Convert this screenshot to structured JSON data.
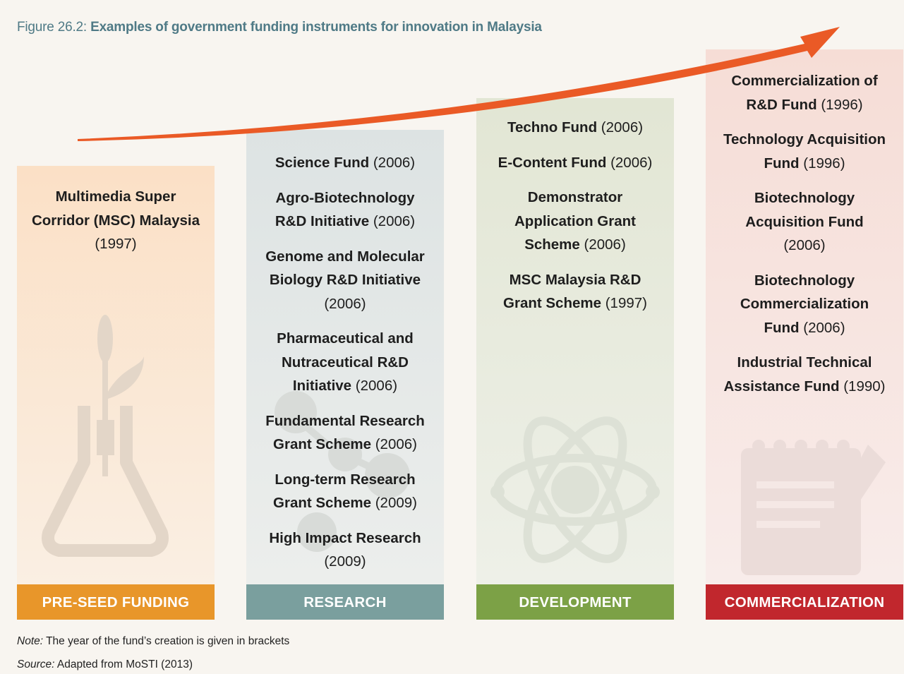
{
  "title": {
    "prefix": "Figure 26.2:",
    "main": "Examples of government funding instruments for innovation in Malaysia"
  },
  "colors": {
    "title": "#4f7a86",
    "arrow": "#ea5a26",
    "preseed": "#e8962a",
    "research": "#7a9f9e",
    "development": "#7ca146",
    "commercialization": "#c1272d"
  },
  "columns": [
    {
      "stage": "PRE-SEED FUNDING",
      "icon": "flask-icon",
      "funds": [
        {
          "name": "Multimedia Super Corridor (MSC) Malaysia",
          "year": "(1997)"
        }
      ]
    },
    {
      "stage": "RESEARCH",
      "icon": "molecule-icon",
      "funds": [
        {
          "name": "Science Fund",
          "year": "(2006)"
        },
        {
          "name": "Agro-Biotechnology R&D Initiative",
          "year": "(2006)"
        },
        {
          "name": "Genome and Molecular Biology R&D Initiative",
          "year": "(2006)"
        },
        {
          "name": "Pharmaceutical and Nutraceutical R&D Initiative",
          "year": "(2006)"
        },
        {
          "name": "Fundamental Research Grant Scheme",
          "year": "(2006)"
        },
        {
          "name": "Long-term Research Grant Scheme",
          "year": "(2009)"
        },
        {
          "name": "High Impact Research",
          "year": "(2009)"
        }
      ]
    },
    {
      "stage": "DEVELOPMENT",
      "icon": "atom-icon",
      "funds": [
        {
          "name": "Techno Fund",
          "year": "(2006)"
        },
        {
          "name": "E-Content Fund",
          "year": "(2006)"
        },
        {
          "name": "Demonstrator Application Grant Scheme",
          "year": "(2006)"
        },
        {
          "name": "MSC Malaysia R&D Grant Scheme",
          "year": "(1997)"
        }
      ]
    },
    {
      "stage": "COMMERCIALIZATION",
      "icon": "notepad-pencil-icon",
      "funds": [
        {
          "name": "Commercialization of R&D Fund",
          "year": "(1996)"
        },
        {
          "name": "Technology Acquisition Fund",
          "year": "(1996)"
        },
        {
          "name": "Biotechnology Acquisition Fund",
          "year": "(2006)"
        },
        {
          "name": "Biotechnology Commercialization Fund",
          "year": "(2006)"
        },
        {
          "name": "Industrial Technical Assistance Fund",
          "year": "(1990)"
        }
      ]
    }
  ],
  "note": {
    "label": "Note:",
    "text": "The year of the fund’s creation is given in brackets"
  },
  "source": {
    "label": "Source:",
    "text": "Adapted from MoSTI (2013)"
  }
}
